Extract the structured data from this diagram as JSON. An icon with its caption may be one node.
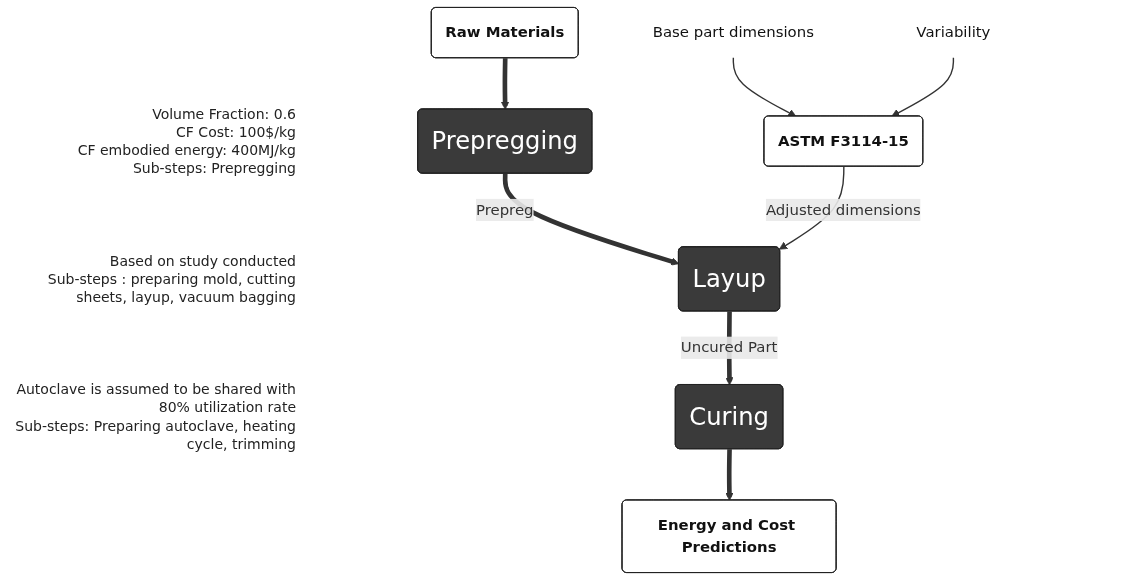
{
  "diagram": {
    "nodes": [
      {
        "text": [
          "Raw Materials"
        ]
      },
      {
        "text": [
          "Prepregging"
        ],
        "beside": [
          "Volume Fraction: 0.6",
          "CF Cost: 100$/kg",
          "CF embodied energy: 400MJ/kg",
          "Sub-steps: Prepregging"
        ]
      },
      {
        "text": [
          "Layup"
        ],
        "beside": [
          "Based on study conducted",
          "Sub-steps : preparing mold, cutting sheets, layup, vacuum bagging"
        ]
      },
      {
        "text": [
          "Curing"
        ],
        "beside": [
          "Autoclave is assumed to be shared with 80% utilization rate",
          "Sub-steps: Preparing autoclave, heating cycle, trimming"
        ]
      },
      {
        "text": [
          "Energy and Cost Predictions"
        ]
      },
      {
        "text": [
          "ASTM F3114-15"
        ]
      },
      {
        "text": [
          "Base part dimensions"
        ]
      },
      {
        "text": [
          "Variability"
        ]
      }
    ],
    "edges": [
      {
        "from": 0,
        "to": 1,
        "arrow": "to"
      },
      {
        "from": 1,
        "to": 2,
        "arrow": "to",
        "label": "Prepreg"
      },
      {
        "from": 2,
        "to": 3,
        "arrow": "to",
        "label": "Uncured Part"
      },
      {
        "from": 3,
        "to": 4,
        "arrow": "to"
      },
      {
        "from": 6,
        "to": 5,
        "arrow": "to"
      },
      {
        "from": 7,
        "to": 5,
        "arrow": "to"
      },
      {
        "from": 5,
        "to": 2,
        "arrow": "to",
        "label": "Adjusted dimensions"
      }
    ]
  }
}
